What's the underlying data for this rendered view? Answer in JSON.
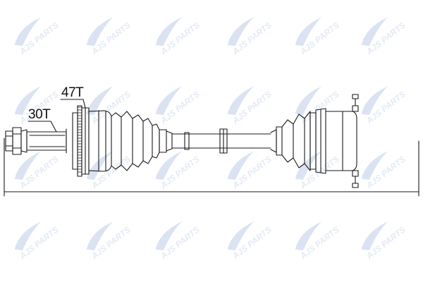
{
  "watermark": {
    "text": "AJS PARTS",
    "color": "#dbe3f2"
  },
  "labels": {
    "outer_spline": "30T",
    "abs_ring": "47T"
  },
  "colors": {
    "line": "#1a1a1a",
    "background": "#ffffff"
  }
}
